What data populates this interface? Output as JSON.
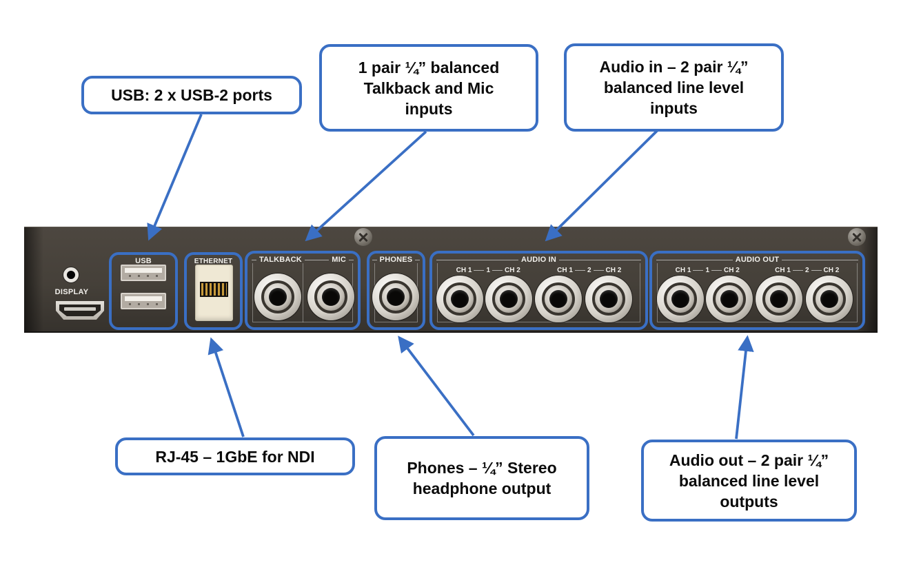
{
  "colors": {
    "accent_blue": "#3a6fc4",
    "panel_dark": "#403b35",
    "panel_text_white": "#f2f0ec",
    "callout_text_black": "#0b0b0b"
  },
  "callouts": [
    {
      "id": "usb",
      "text": "USB: 2 x USB-2 ports"
    },
    {
      "id": "talkback-mic",
      "text": "1 pair ¼” balanced\nTalkback and Mic\ninputs"
    },
    {
      "id": "audio-in",
      "text": "Audio in – 2 pair ¼”\nbalanced line level\ninputs"
    },
    {
      "id": "rj45",
      "text": "RJ-45 – 1GbE for NDI"
    },
    {
      "id": "phones",
      "text": "Phones – ¼” Stereo\nheadphone output"
    },
    {
      "id": "audio-out",
      "text": "Audio out – 2 pair ¼”\nbalanced line level\noutputs"
    }
  ],
  "panel": {
    "display": {
      "label": "DISPLAY"
    },
    "usb": {
      "label": "USB"
    },
    "ethernet": {
      "label": "ETHERNET"
    },
    "talkback": {
      "label": "TALKBACK"
    },
    "mic": {
      "label": "MIC"
    },
    "phones": {
      "label": "PHONES"
    },
    "audio_in": {
      "label": "AUDIO IN",
      "pairs": [
        {
          "left": "CH 1",
          "num": "1",
          "right": "CH 2"
        },
        {
          "left": "CH 1",
          "num": "2",
          "right": "CH 2"
        }
      ]
    },
    "audio_out": {
      "label": "AUDIO OUT",
      "pairs": [
        {
          "left": "CH 1",
          "num": "1",
          "right": "CH 2"
        },
        {
          "left": "CH 1",
          "num": "2",
          "right": "CH 2"
        }
      ]
    }
  }
}
